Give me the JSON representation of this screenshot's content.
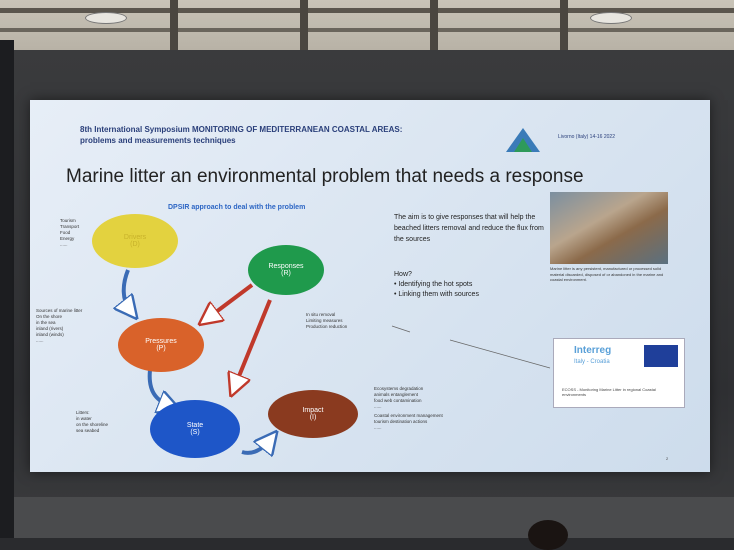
{
  "slide": {
    "header_line1": "8th International Symposium MONITORING OF MEDITERRANEAN COASTAL AREAS:",
    "header_line2": "problems and measurements techniques",
    "date": "Livorno (Italy) 14-16 2022",
    "title": "Marine litter an environmental problem that needs a response",
    "dpsir_heading": "DPSIR approach to deal with the problem",
    "drivers_list": [
      "Tourism",
      "Transport",
      "Food",
      "Energy",
      "......"
    ],
    "pressures_sources_title": "Sources of marine litter",
    "pressures_sources": [
      "On the shore",
      "in the sea",
      "inland (rivers)",
      "inland (winds)",
      "......"
    ],
    "state_title": "Litters:",
    "state_list": [
      "in water",
      "on the shoreline",
      "sea seabed"
    ],
    "responses_notes": [
      "In situ removal",
      "Limiting measures",
      "Production reduction"
    ],
    "impact_title": "Ecosystems degradation",
    "impact_list": [
      "animals entanglement",
      "food web contamination",
      "......"
    ],
    "impact_list2_title": "Coastal environment management",
    "impact_list2": [
      "tourism destination actions",
      "......"
    ],
    "nodes": {
      "drivers": {
        "label": "Drivers",
        "abbr": "(D)"
      },
      "responses": {
        "label": "Responses",
        "abbr": "(R)"
      },
      "pressures": {
        "label": "Pressures",
        "abbr": "(P)"
      },
      "state": {
        "label": "State",
        "abbr": "(S)"
      },
      "impact": {
        "label": "Impact",
        "abbr": "(I)"
      }
    },
    "aim_text": "The aim is to give responses that will help the beached litters removal and reduce the flux from the sources",
    "how_label": "How?",
    "how_items": [
      "Identifying the hot spots",
      "Linking them with sources"
    ],
    "photo_caption": "Marine litter is any persistent, manufactured or processed solid material discarded, disposed of or abandoned in the marine and coastal environment.",
    "interreg_name": "Interreg",
    "interreg_sub": "Italy - Croatia",
    "interreg_caption": "ECOSS - Monitoring Marine Litter in regional Coastal environments",
    "page_number": "2"
  },
  "colors": {
    "drivers": "#e3d23f",
    "responses": "#1f9a4c",
    "pressures": "#d9622a",
    "state": "#1e56c8",
    "impact": "#8a3a1f"
  }
}
